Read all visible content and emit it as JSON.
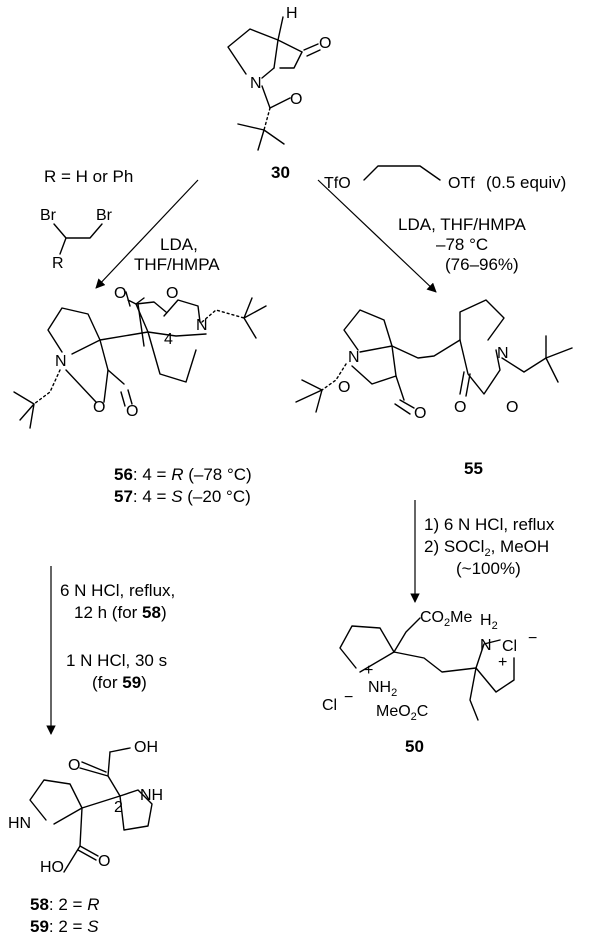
{
  "compounds": {
    "c30": "30",
    "c55": "55",
    "c56": "56",
    "c57": "57",
    "c50": "50",
    "c58": "58",
    "c59": "59"
  },
  "atoms": {
    "N": "N",
    "O": "O",
    "H": "H",
    "NH": "NH",
    "HN": "HN",
    "OH": "OH",
    "HO": "HO",
    "Cl": "Cl",
    "Br": "Br",
    "R": "R",
    "TfO": "TfO",
    "OTf": "OTf",
    "H2": "H",
    "NH2": "NH",
    "sub2": "2",
    "plus": "+",
    "minus": "−",
    "loc4": "4",
    "loc2": "2",
    "co2me_top": "CO",
    "co2me_top_2": "2",
    "co2me_top_me": "Me",
    "meo2c": "MeO",
    "meo2c_2": "2",
    "meo2c_c": "C"
  },
  "conditions": {
    "r_def": "R = H or Ph",
    "left_1": "LDA,",
    "left_2": "THF/HMPA",
    "equiv": "(0.5 equiv)",
    "right_1": "LDA, THF/HMPA",
    "right_2": "–78 °C",
    "right_3": "(76–96%)",
    "hcl_1": "1) 6 N HCl, reflux",
    "hcl_2a": "2) SOCl",
    "hcl_2b": "2",
    "hcl_2c": ", MeOH",
    "hcl_3": "(~100%)",
    "down_1": "6 N HCl, reflux,",
    "down_2a": "12 h (for ",
    "down_2b": "58",
    "down_2c": ")",
    "down_3": "1 N HCl, 30 s",
    "down_4a": "(for ",
    "down_4b": "59",
    "down_4c": ")"
  },
  "labels": {
    "l56_a": ": 4 = ",
    "l56_b": "R",
    "l56_c": " (–78 °C)",
    "l57_a": ": 4 = ",
    "l57_b": "S",
    "l57_c": " (–20 °C)",
    "l58_a": ": 2 = ",
    "l58_b": "R",
    "l59_a": ": 2 = ",
    "l59_b": "S"
  }
}
